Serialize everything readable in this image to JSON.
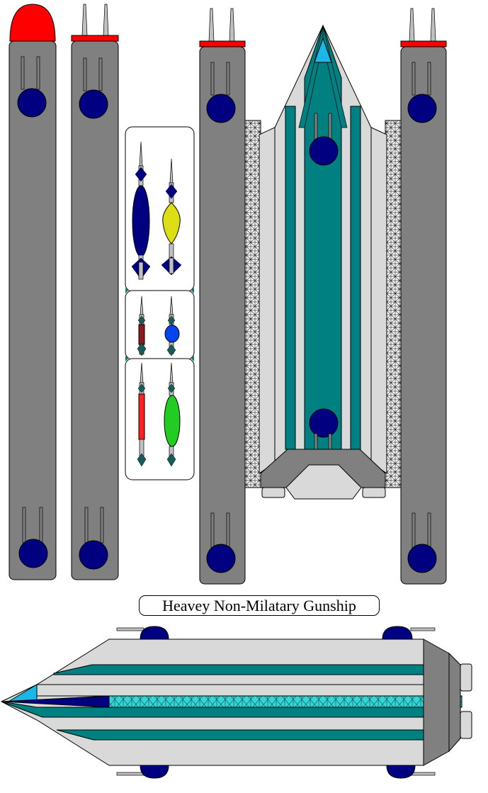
{
  "caption": "Heavey Non-Milatary Gunship",
  "colors": {
    "outline": "#000000",
    "hull_gray": "#808080",
    "hull_light": "#d9d9d9",
    "teal": "#008080",
    "turret_blue": "#000080",
    "cap_red": "#ff0000",
    "canopy_cyan": "#1ab8e8",
    "lattice_cyan": "#33d6d6"
  },
  "ordnance": [
    {
      "name": "large-torpedo",
      "body_color": "#000080"
    },
    {
      "name": "large-bomb",
      "body_color": "#dede14"
    },
    {
      "name": "small-missile",
      "body_color": "#8b1a1a"
    },
    {
      "name": "small-bomb",
      "body_color": "#0044ee"
    },
    {
      "name": "long-missile",
      "body_color": "#ff2020"
    },
    {
      "name": "medium-bomb",
      "body_color": "#22cc22"
    }
  ]
}
